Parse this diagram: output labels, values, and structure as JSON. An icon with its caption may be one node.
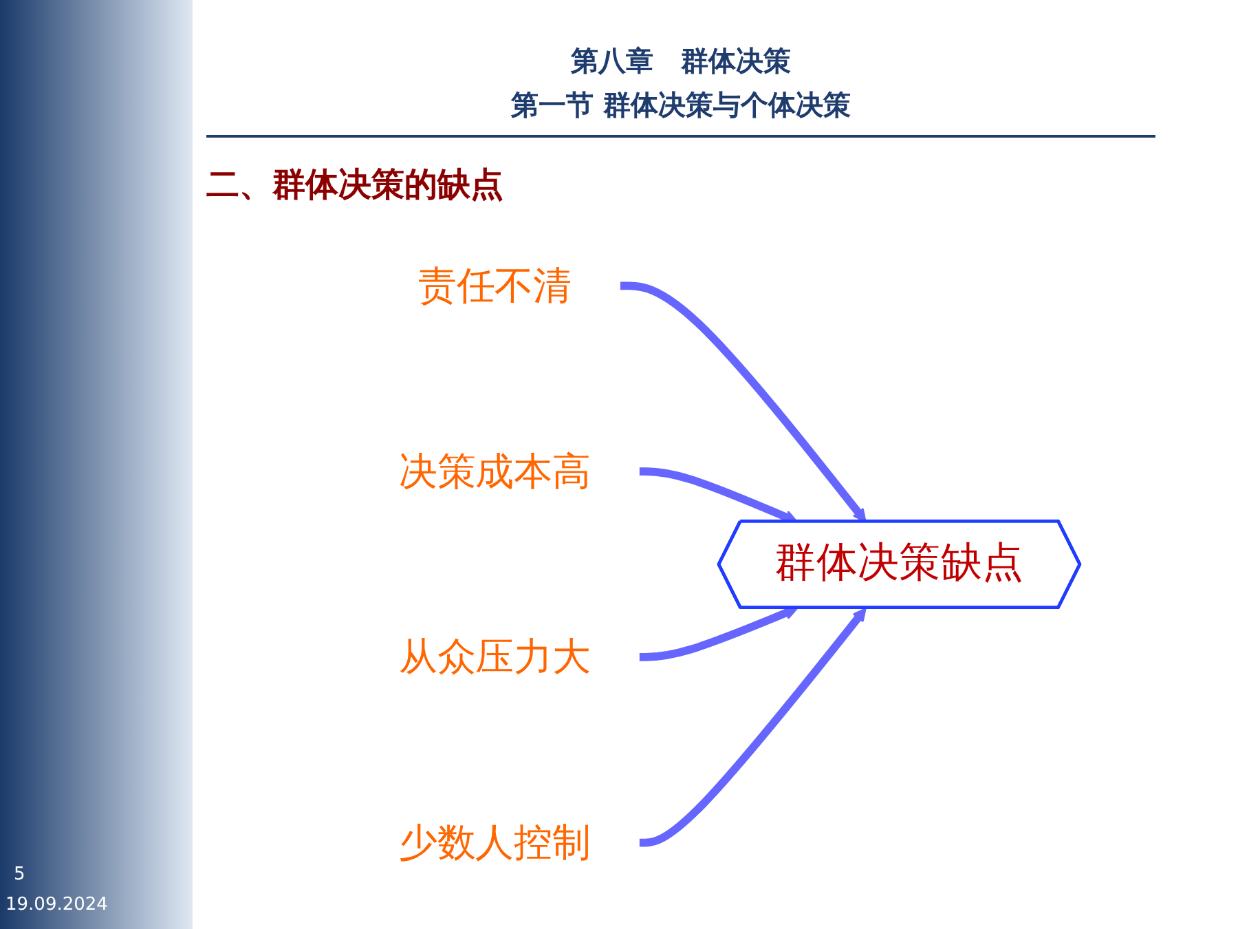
{
  "diagram": {
    "title": "第八章　群体决策",
    "nodes": [
      {
        "text": [
          "责任不清"
        ]
      },
      {
        "text": [
          "决策成本高"
        ]
      },
      {
        "text": [
          "群体决策缺点"
        ]
      },
      {
        "text": [
          "从众压力大"
        ]
      },
      {
        "text": [
          "少数人控制"
        ]
      }
    ],
    "edges": [
      {
        "from": 0,
        "to": 2,
        "arrow": "to"
      },
      {
        "from": 1,
        "to": 2,
        "arrow": "to"
      },
      {
        "from": 3,
        "to": 2,
        "arrow": "to"
      },
      {
        "from": 4,
        "to": 2,
        "arrow": "to"
      }
    ],
    "labels": [
      "第一节 群体决策与个体决策",
      "二、群体决策的缺点",
      "5",
      "19.09.2024"
    ]
  }
}
